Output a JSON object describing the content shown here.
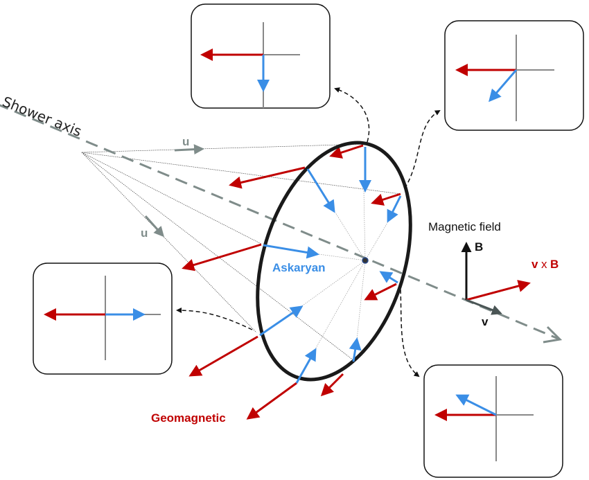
{
  "labels": {
    "shower_axis": "Shower axis",
    "u_top": "u",
    "u_left": "u",
    "askaryan": "Askaryan",
    "geomagnetic": "Geomagnetic",
    "magnetic_field": "Magnetic field",
    "B": "B",
    "vxB_v": "v",
    "vxB_x": "x",
    "vxB_B": "B",
    "v": "v"
  },
  "colors": {
    "geomagnetic": "#c00000",
    "askaryan": "#3a8ee6",
    "axis": "#7f8c8a",
    "ellipse": "#1a1a1a",
    "field_B": "#111111",
    "v_arrow": "#4a5555"
  },
  "insets": [
    {
      "name": "inset-top",
      "description": "geomagnetic left, askaryan down"
    },
    {
      "name": "inset-top-right",
      "description": "geomagnetic left, askaryan down-left"
    },
    {
      "name": "inset-left",
      "description": "geomagnetic left, askaryan right"
    },
    {
      "name": "inset-bottom-right",
      "description": "geomagnetic left, askaryan up-left"
    }
  ]
}
